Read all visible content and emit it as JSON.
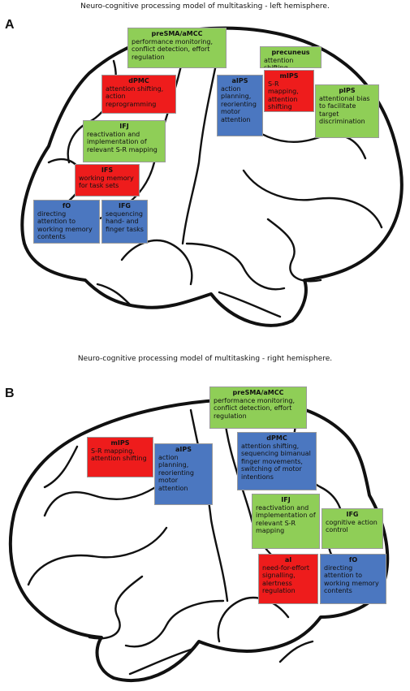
{
  "colors": {
    "green": "#8fce57",
    "red": "#ee1c1c",
    "blue": "#4b77c0"
  },
  "panel_a": {
    "title": "Neuro-cognitive processing model of multitasking - left hemisphere.",
    "letter": "A",
    "regions": [
      {
        "name": "preSMA/aMCC",
        "desc": "performance monitoring, conflict detection, effort regulation",
        "color": "green"
      },
      {
        "name": "precuneus",
        "desc": "attention shifting",
        "color": "green"
      },
      {
        "name": "dPMC",
        "desc": "attention shifting, action reprogramming",
        "color": "red"
      },
      {
        "name": "aIPS",
        "desc": "action planning, reorienting motor attention",
        "color": "blue"
      },
      {
        "name": "mIPS",
        "desc": "S-R mapping, attention shifting",
        "color": "red"
      },
      {
        "name": "pIPS",
        "desc": "attentional bias to facilitate target discrimination",
        "color": "green"
      },
      {
        "name": "IFJ",
        "desc": "reactivation and implementation of relevant S-R mapping",
        "color": "green"
      },
      {
        "name": "IFS",
        "desc": "working memory for task sets",
        "color": "red"
      },
      {
        "name": "fO",
        "desc": "directing attention to working memory contents",
        "color": "blue"
      },
      {
        "name": "IFG",
        "desc": "sequencing hand- and finger tasks",
        "color": "blue"
      }
    ]
  },
  "panel_b": {
    "title": "Neuro-cognitive processing model of multitasking - right hemisphere.",
    "letter": "B",
    "regions": [
      {
        "name": "preSMA/aMCC",
        "desc": "performance monitoring, conflict detection, effort regulation",
        "color": "green"
      },
      {
        "name": "mIPS",
        "desc": "S-R mapping, attention shifting",
        "color": "red"
      },
      {
        "name": "aIPS",
        "desc": "action planning, reorienting motor attention",
        "color": "blue"
      },
      {
        "name": "dPMC",
        "desc": "attention shifting, sequencing bimanual finger movements, switching of motor intentions",
        "color": "blue"
      },
      {
        "name": "IFJ",
        "desc": "reactivation and implementation of relevant S-R mapping",
        "color": "green"
      },
      {
        "name": "IFG",
        "desc": "cognitive action control",
        "color": "green"
      },
      {
        "name": "aI",
        "desc": "need-for-effort signalling, alertness regulation",
        "color": "red"
      },
      {
        "name": "fO",
        "desc": "directing attention to working memory contents",
        "color": "blue"
      }
    ]
  }
}
